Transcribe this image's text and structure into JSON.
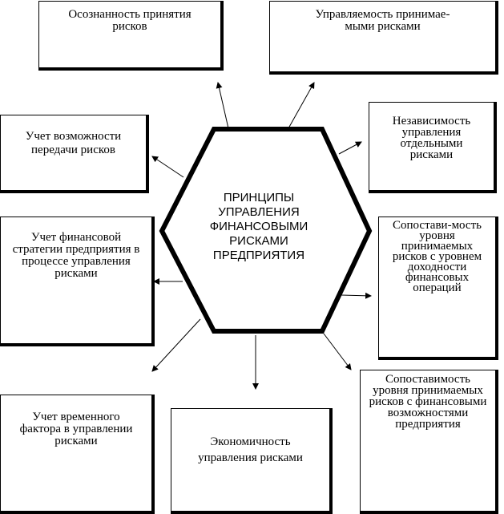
{
  "center": {
    "lines": [
      "ПРИНЦИПЫ",
      "УПРАВЛЕНИЯ",
      "ФИНАНСОВЫМИ",
      "РИСКАМИ",
      "ПРЕДПРИЯТИЯ"
    ]
  },
  "principles": [
    {
      "id": "awareness",
      "text": "Осознанность принятия рисков"
    },
    {
      "id": "manageability",
      "text": "Управляемость принимае-мыми рисками"
    },
    {
      "id": "independence",
      "text": "Независимость управления отдельными рисками"
    },
    {
      "id": "comparability-profit",
      "text": "Сопостави-мость уровня принимаемых рисков с уровнем доходности финансовых операций"
    },
    {
      "id": "comparability-capacity",
      "text": "Сопоставимость уровня принимаемых рисков с финансовыми возможностями предприятия"
    },
    {
      "id": "economy",
      "text": "Экономичность управления рисками"
    },
    {
      "id": "time-factor",
      "text": "Учет временного фактора в управлении рисками"
    },
    {
      "id": "strategy",
      "text": "Учет финансовой стратегии предприятия в процессе управления рисками"
    },
    {
      "id": "transfer",
      "text": "Учет возможности передачи рисков"
    }
  ]
}
